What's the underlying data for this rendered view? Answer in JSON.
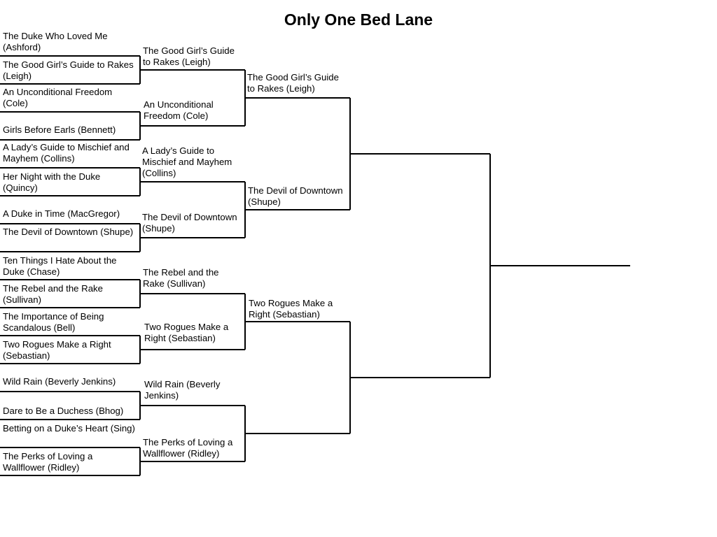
{
  "title": "Only One Bed Lane",
  "bracket": {
    "round1": [
      "The Duke Who Loved Me (Ashford)",
      "The Good Girl’s Guide to Rakes (Leigh)",
      "An Unconditional Freedom (Cole)",
      "Girls Before Earls (Bennett)",
      "A Lady’s Guide to Mischief and Mayhem (Collins)",
      "Her Night with the Duke (Quincy)",
      "A Duke in Time (MacGregor)",
      "The Devil of Downtown (Shupe)",
      "Ten Things I Hate About the Duke (Chase)",
      "The Rebel and the Rake (Sullivan)",
      "The Importance of Being Scandalous (Bell)",
      "Two Rogues Make a Right (Sebastian)",
      "Wild Rain (Beverly Jenkins)",
      "Dare to Be a Duchess (Bhog)",
      "Betting on a Duke’s Heart (Sing)",
      "The Perks of Loving a Wallflower (Ridley)"
    ],
    "round2": [
      "The Good Girl’s Guide to Rakes (Leigh)",
      "An Unconditional Freedom (Cole)",
      "A Lady’s Guide to Mischief and Mayhem (Collins)",
      "The Devil of Downtown (Shupe)",
      "The Rebel and the Rake (Sullivan)",
      "Two Rogues Make a Right (Sebastian)",
      "Wild Rain (Beverly Jenkins)",
      "The Perks of Loving a Wallflower (Ridley)"
    ],
    "round3": [
      "The Good Girl’s Guide to Rakes (Leigh)",
      "The Devil of Downtown (Shupe)",
      "Two Rogues Make a Right (Sebastian)",
      ""
    ],
    "round4": [
      "",
      ""
    ],
    "champion": ""
  }
}
